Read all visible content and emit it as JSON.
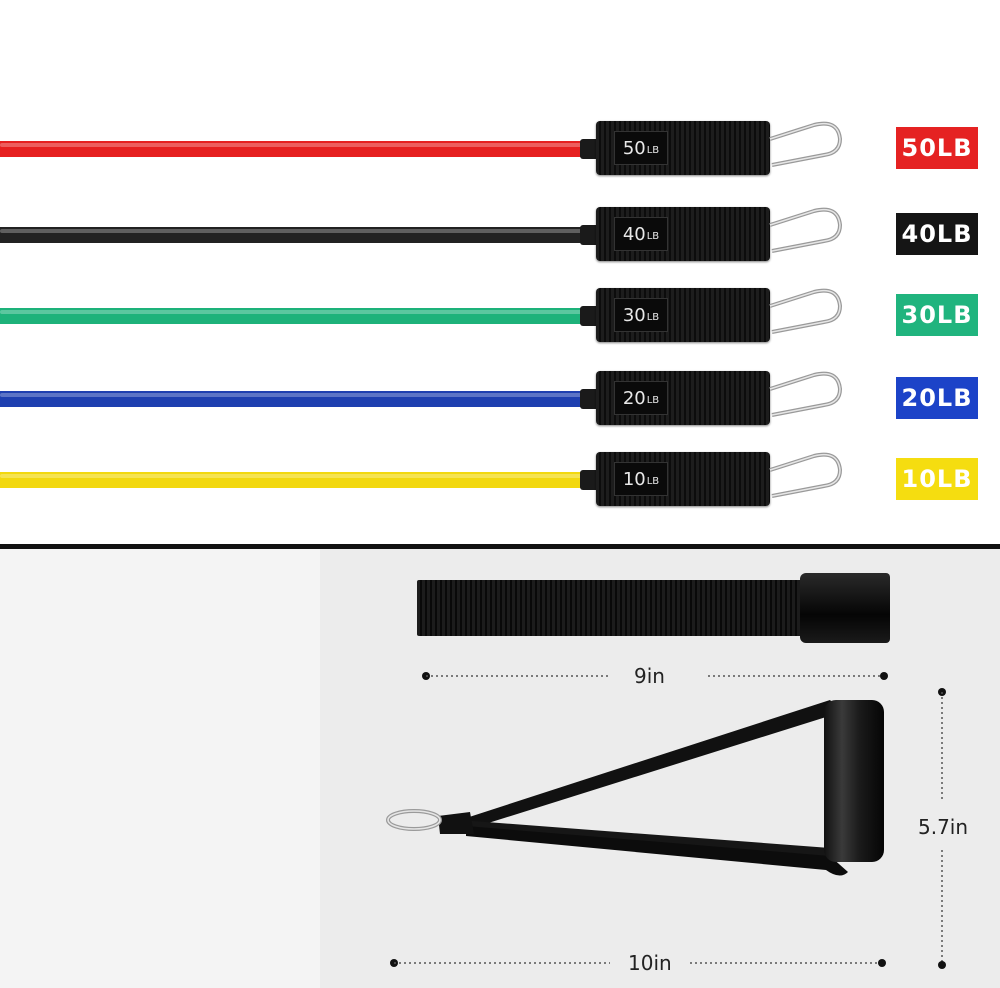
{
  "bands": [
    {
      "tag_value": "50",
      "tag_unit": "LB",
      "label": "50LB",
      "color": "#e62020",
      "label_bg": "#e52222"
    },
    {
      "tag_value": "40",
      "tag_unit": "LB",
      "label": "40LB",
      "color": "#222222",
      "label_bg": "#151515"
    },
    {
      "tag_value": "30",
      "tag_unit": "LB",
      "label": "30LB",
      "color": "#1db27a",
      "label_bg": "#20b47e"
    },
    {
      "tag_value": "20",
      "tag_unit": "LB",
      "label": "20LB",
      "color": "#1e3fb0",
      "label_bg": "#1c43c8"
    },
    {
      "tag_value": "10",
      "tag_unit": "LB",
      "label": "10LB",
      "color": "#f2d80f",
      "label_bg": "#f5dd10"
    }
  ],
  "dimensions": {
    "strap_length": "9in",
    "handle_height": "5.7in",
    "handle_width": "10in"
  }
}
